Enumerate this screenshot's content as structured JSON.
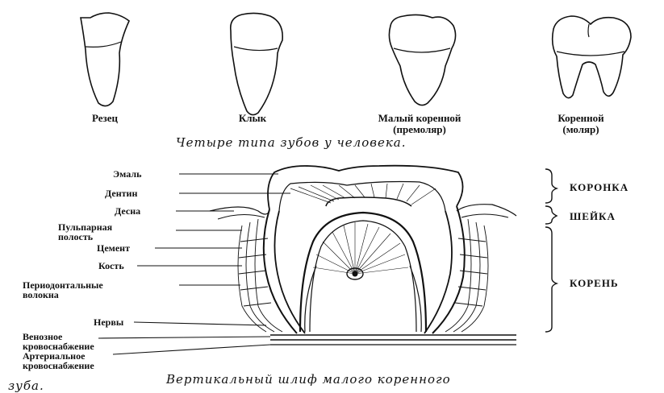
{
  "top": {
    "teeth": [
      {
        "name": "Резец"
      },
      {
        "name": "Клык"
      },
      {
        "name": "Малый коренной",
        "sub": "(премоляр)"
      },
      {
        "name": "Коренной",
        "sub": "(моляр)"
      }
    ],
    "caption": "Четыре типа зубов у человека."
  },
  "section": {
    "left_labels": [
      {
        "text": "Эмаль"
      },
      {
        "text": "Дентин"
      },
      {
        "text": "Десна"
      },
      {
        "text": "Пульпарная"
      },
      {
        "text": "полость"
      },
      {
        "text": "Цемент"
      },
      {
        "text": "Кость"
      },
      {
        "text": "Периодонтальные"
      },
      {
        "text": "волокна"
      },
      {
        "text": "Нервы"
      },
      {
        "text": "Венозное"
      },
      {
        "text": "кровоснабжение"
      },
      {
        "text": "Артериальное"
      },
      {
        "text": "кровоснабжение"
      }
    ],
    "right_labels": [
      {
        "text": "КОРОНКА"
      },
      {
        "text": "ШЕЙКА"
      },
      {
        "text": "КОРЕНЬ"
      }
    ],
    "caption_line1": "Вертикальный шлиф малого коренного",
    "caption_line2": "зуба."
  }
}
